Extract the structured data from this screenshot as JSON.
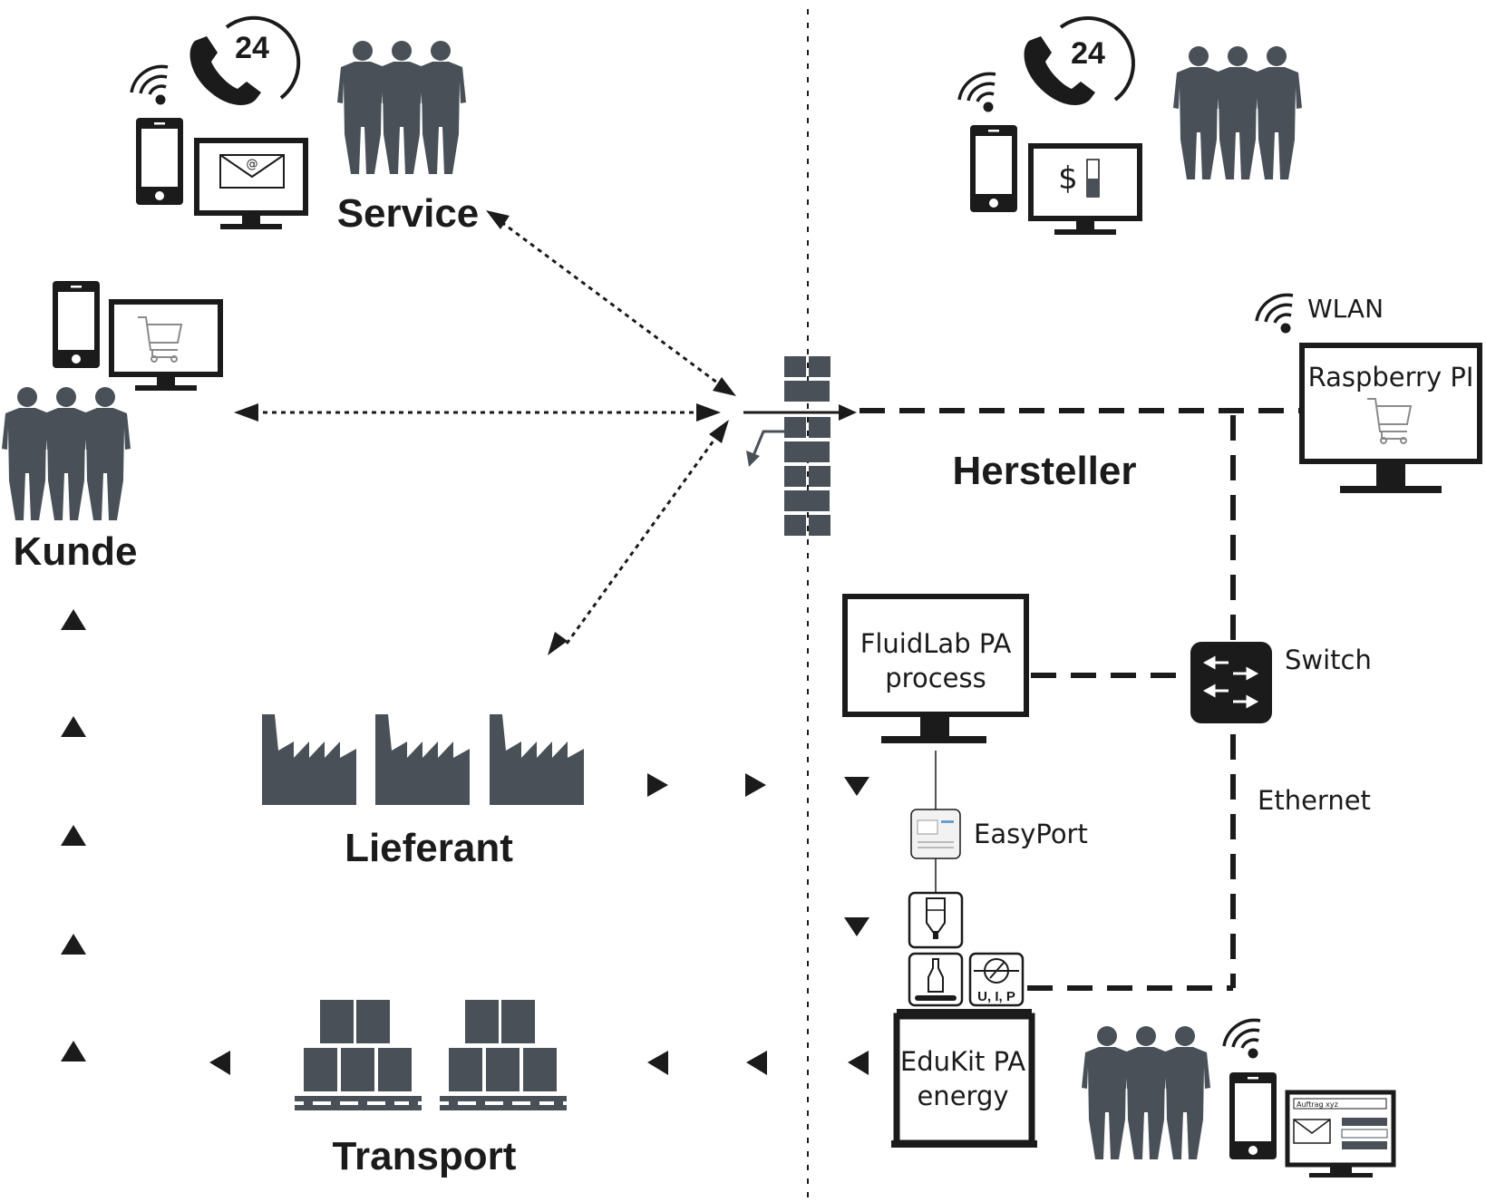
{
  "labels": {
    "service": "Service",
    "kunde": "Kunde",
    "lieferant": "Lieferant",
    "transport": "Transport",
    "hersteller": "Hersteller",
    "wlan": "WLAN",
    "raspberry": "Raspberry PI",
    "fluidlab_line1": "FluidLab PA",
    "fluidlab_line2": "process",
    "switch": "Switch",
    "ethernet": "Ethernet",
    "easyport": "EasyPort",
    "edukit_line1": "EduKit PA",
    "edukit_line2": "energy",
    "uip": "U, I, P",
    "phone_24_left": "24",
    "phone_24_right": "24",
    "dollar": "$",
    "at_sign": "@",
    "order_title": "Auftrag xyz"
  },
  "icons": [
    "phone-24h-icon",
    "wifi-icon",
    "smartphone-icon",
    "monitor-icon",
    "email-icon",
    "shopping-cart-icon",
    "people-group-icon",
    "factory-icon",
    "pallet-boxes-icon",
    "firewall-icon",
    "network-switch-icon",
    "easyport-device-icon",
    "tank-module-icon",
    "bottle-module-icon",
    "meter-module-icon"
  ],
  "colors": {
    "ink": "#1b1b1b",
    "silhouette": "#4a5058",
    "background": "#ffffff"
  }
}
